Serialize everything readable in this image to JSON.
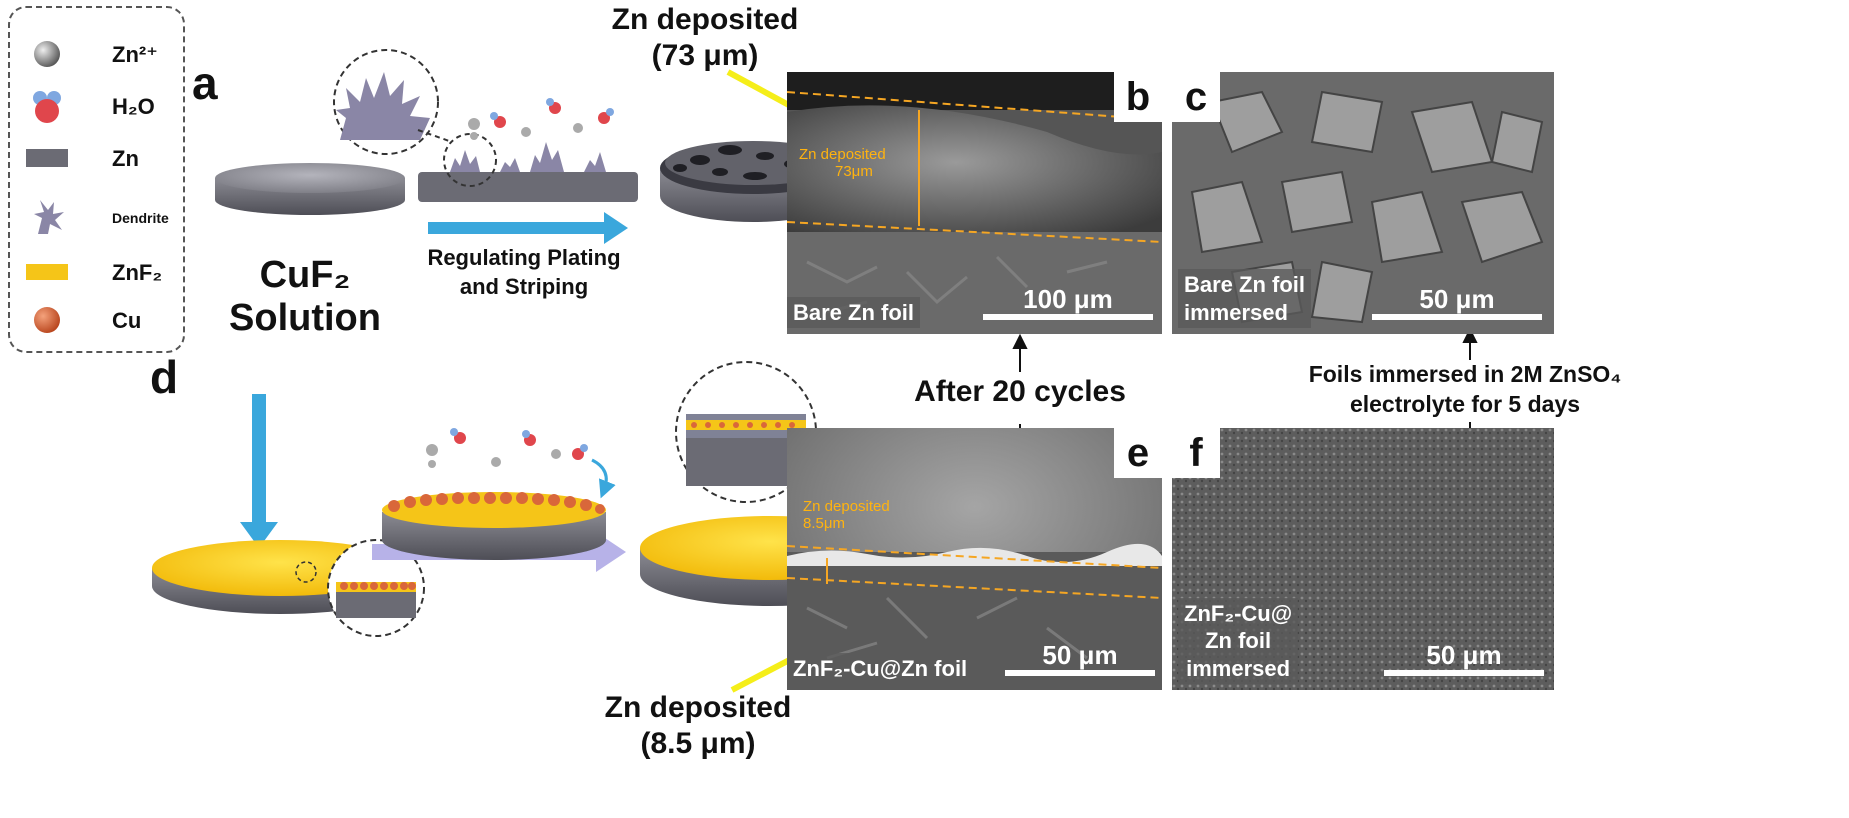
{
  "legend": {
    "items": [
      {
        "label": "Zn²⁺",
        "icon": "zinc-ion-icon"
      },
      {
        "label": "H₂O",
        "icon": "water-molecule-icon"
      },
      {
        "label": "Zn",
        "icon": "zinc-slab-icon"
      },
      {
        "label": "Dendrite",
        "icon": "dendrite-icon"
      },
      {
        "label": "ZnF₂",
        "icon": "znf2-layer-icon"
      },
      {
        "label": "Cu",
        "icon": "copper-particle-icon"
      }
    ]
  },
  "panels": {
    "a": "a",
    "b": "b",
    "c": "c",
    "d": "d",
    "e": "e",
    "f": "f"
  },
  "labels": {
    "cuf2_line1": "CuF₂",
    "cuf2_line2": "Solution",
    "plating_line1": "Regulating Plating",
    "plating_line2": "and Striping",
    "zn_dep_top_line1": "Zn deposited",
    "zn_dep_top_line2": "(73 μm)",
    "zn_dep_bottom_line1": "Zn deposited",
    "zn_dep_bottom_line2": "(8.5 μm)",
    "after_cycles": "After 20 cycles",
    "immersed_line1": "Foils immersed in 2M ZnSO₄",
    "immersed_line2": "electrolyte for 5 days"
  },
  "sem": {
    "b": {
      "caption": "Bare Zn foil",
      "scale": "100 μm",
      "ann_line1": "Zn deposited",
      "ann_line2": "73μm"
    },
    "c": {
      "caption_line1": "Bare Zn foil",
      "caption_line2": "immersed",
      "scale": "50 μm"
    },
    "e": {
      "caption": "ZnF₂-Cu@Zn foil",
      "scale": "50 μm",
      "ann_line1": "Zn deposited",
      "ann_line2": "8.5μm"
    },
    "f": {
      "caption_line1": "ZnF₂-Cu@",
      "caption_line2": "Zn foil",
      "caption_line3": "immersed",
      "scale": "50 μm"
    }
  },
  "colors": {
    "zinc": "#6b6b74",
    "znf2": "#f5c518",
    "copper": "#d9673a",
    "process_arrow": "#3aa7dc",
    "treated_arrow": "#b7b2e8",
    "pointer_arrow": "#f5ee19",
    "guide_line": "#f5a623"
  }
}
